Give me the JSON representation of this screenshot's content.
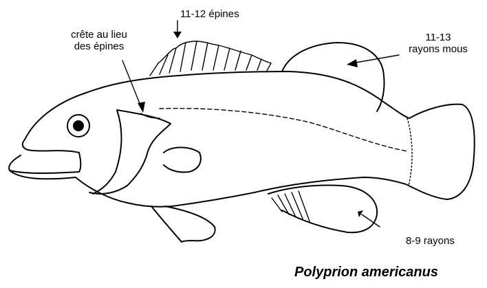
{
  "figure": {
    "species": "Polyprion americanus",
    "labels": {
      "dorsal_spines": "11-12 épines",
      "crest_line1": "crête au lieu",
      "crest_line2": "des épines",
      "soft_rays_line1": "11-13",
      "soft_rays_line2": "rayons mous",
      "anal_rays": "8-9 rayons"
    }
  }
}
